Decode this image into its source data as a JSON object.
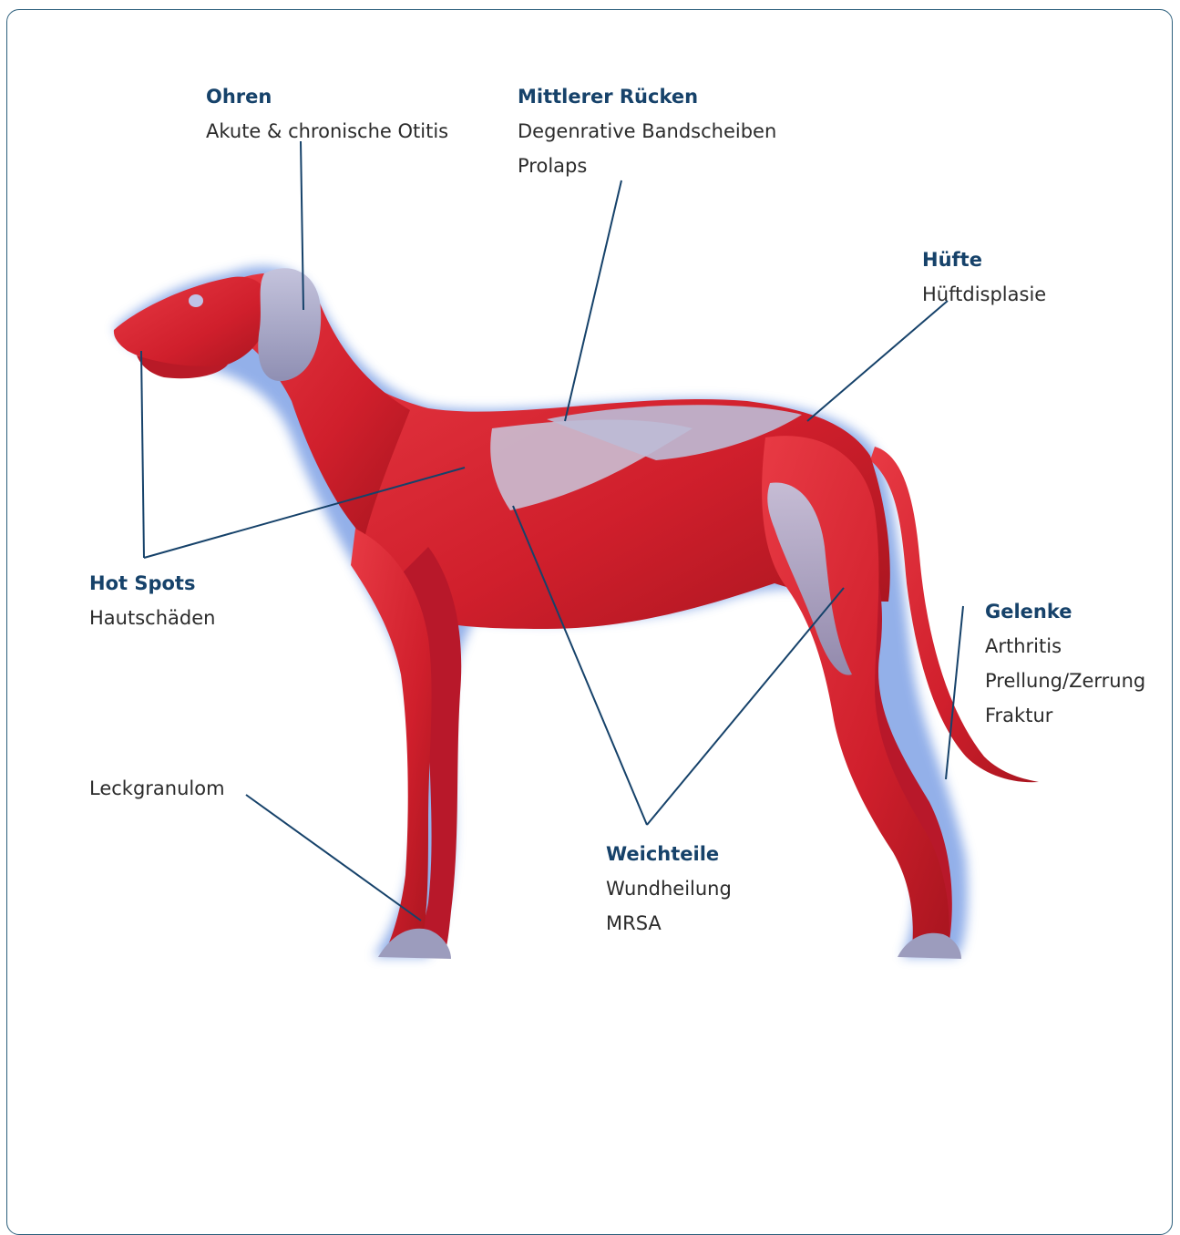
{
  "colors": {
    "title": "#16426a",
    "text": "#2b2b2b",
    "leader": "#16426a",
    "muscle": "#d8202c",
    "bone": "#a9a9c8",
    "frame": "#2c5f7c"
  },
  "figure": {
    "subject": "dog-muscle-anatomy-illustration"
  },
  "callouts": {
    "ohren": {
      "title": "Ohren",
      "lines": [
        "Akute & chronische Otitis"
      ]
    },
    "ruecken": {
      "title": "Mittlerer Rücken",
      "lines": [
        "Degenrative Bandscheiben",
        "Prolaps"
      ]
    },
    "huefte": {
      "title": "Hüfte",
      "lines": [
        "Hüftdisplasie"
      ]
    },
    "hotspots": {
      "title": "Hot Spots",
      "lines": [
        "Hautschäden"
      ]
    },
    "gelenke": {
      "title": "Gelenke",
      "lines": [
        "Arthritis",
        "Prellung/Zerrung",
        "Fraktur"
      ]
    },
    "leck": {
      "title": "",
      "lines": [
        "Leckgranulom"
      ]
    },
    "weichteile": {
      "title": "Weichteile",
      "lines": [
        "Wundheilung",
        "MRSA"
      ]
    }
  }
}
